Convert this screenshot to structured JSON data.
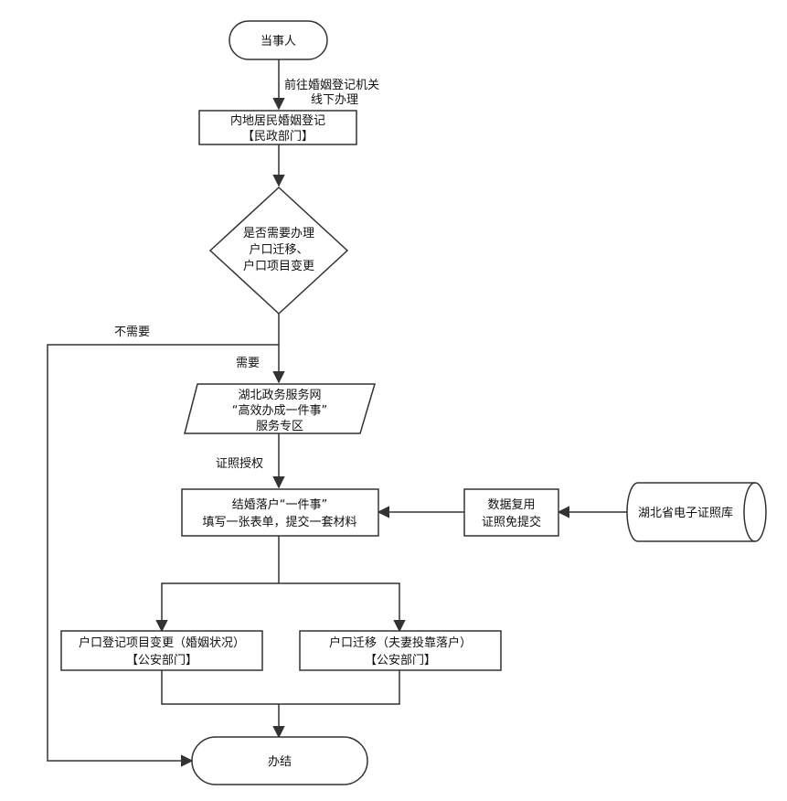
{
  "nodes": {
    "start": {
      "text": "当事人"
    },
    "civil_affairs": {
      "line1": "内地居民婚姻登记",
      "line2": "【民政部门】"
    },
    "decision": {
      "line1": "是否需要办理",
      "line2": "户口迁移、",
      "line3": "户口项目变更"
    },
    "portal": {
      "line1": "湖北政务服务网",
      "line2": "“高效办成一件事”",
      "line3": "服务专区"
    },
    "one_thing": {
      "line1": "结婚落户“一件事”",
      "line2": "填写一张表单，提交一套材料"
    },
    "data_reuse": {
      "line1": "数据复用",
      "line2": "证照免提交"
    },
    "database": {
      "text": "湖北省电子证照库"
    },
    "household_change": {
      "line1": "户口登记项目变更（婚姻状况）",
      "line2": "【公安部门】"
    },
    "household_move": {
      "line1": "户口迁移（夫妻投靠落户）",
      "line2": "【公安部门】"
    },
    "end": {
      "text": "办结"
    }
  },
  "edge_labels": {
    "go_offline_line1": "前往婚姻登记机关",
    "go_offline_line2": "线下办理",
    "not_needed": "不需要",
    "needed": "需要",
    "authorize": "证照授权"
  },
  "colors": {
    "stroke": "#333333",
    "fill": "#ffffff",
    "text": "#111111"
  }
}
